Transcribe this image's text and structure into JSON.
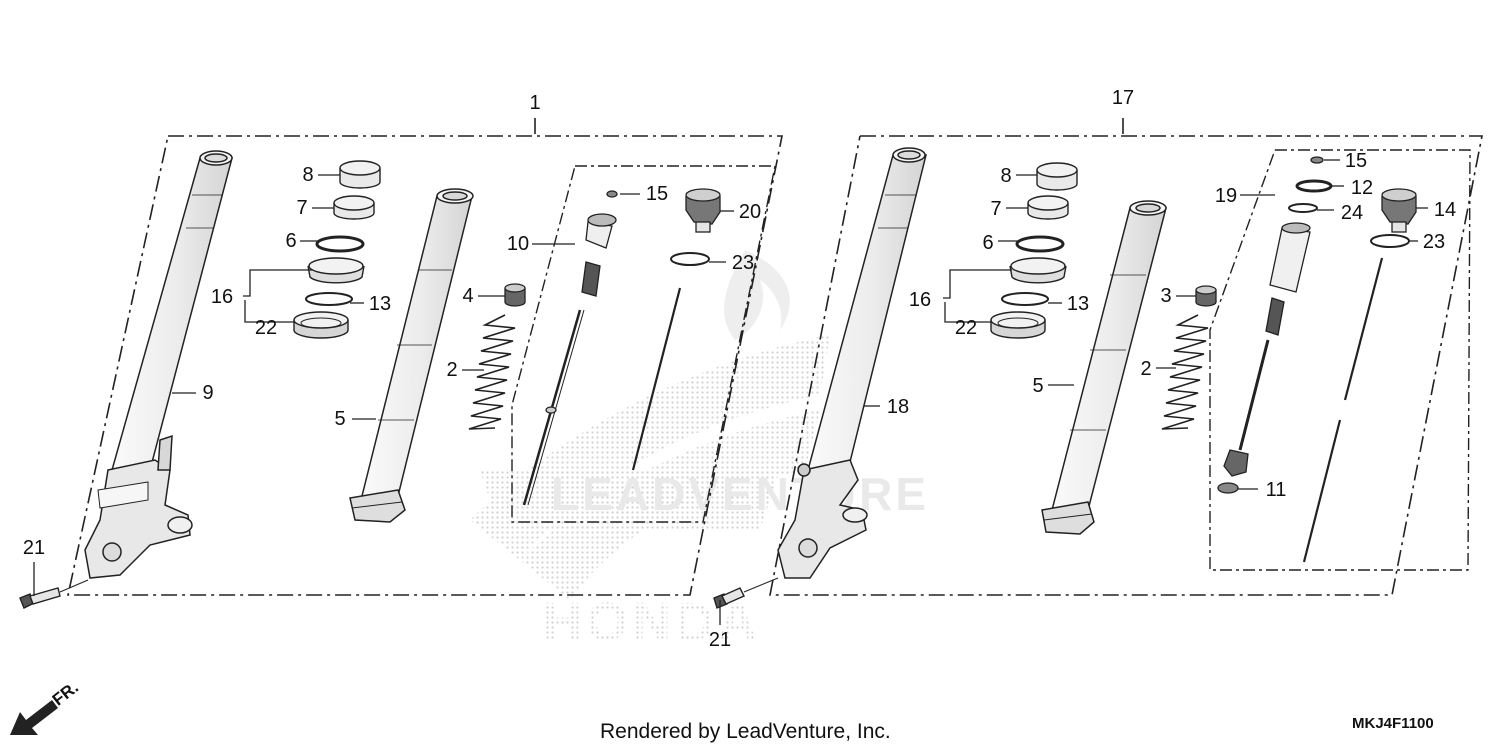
{
  "assembly_left": {
    "label": "1",
    "callouts": {
      "c8": "8",
      "c7": "7",
      "c6": "6",
      "c16": "16",
      "c13": "13",
      "c22": "22",
      "c9": "9",
      "c5": "5",
      "c4": "4",
      "c2": "2",
      "c10": "10",
      "c15": "15",
      "c20": "20",
      "c23": "23",
      "c21": "21"
    }
  },
  "assembly_right": {
    "label": "17",
    "callouts": {
      "c8": "8",
      "c7": "7",
      "c6": "6",
      "c16": "16",
      "c13": "13",
      "c22": "22",
      "c18": "18",
      "c5": "5",
      "c3": "3",
      "c2": "2",
      "c19": "19",
      "c15": "15",
      "c12": "12",
      "c24": "24",
      "c14": "14",
      "c23": "23",
      "c11": "11",
      "c21": "21"
    }
  },
  "direction_indicator": "FR.",
  "watermark_brand": "HONDA",
  "watermark_text": "LEADVENTURE",
  "footer": {
    "credit": "Rendered by LeadVenture, Inc.",
    "diagram_code": "MKJ4F1100"
  }
}
